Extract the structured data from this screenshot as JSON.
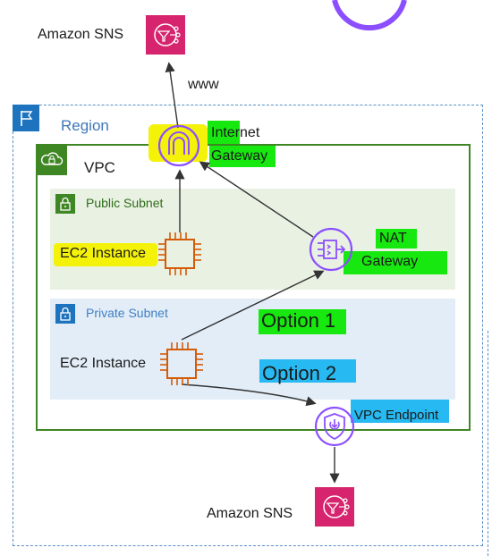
{
  "diagram": {
    "sns_top_label": "Amazon SNS",
    "sns_bottom_label": "Amazon SNS",
    "www_label": "www",
    "region_label": "Region",
    "vpc_label": "VPC",
    "public_subnet_label": "Public Subnet",
    "private_subnet_label": "Private Subnet",
    "ec2_public_label": "EC2 Instance",
    "ec2_private_label": "EC2 Instance",
    "igw_label_line1": "Internet",
    "igw_label_line2": "Gateway",
    "nat_label_line1": "NAT",
    "nat_label_line2": "Gateway",
    "option1_label": "Option 1",
    "option2_label": "Option 2",
    "vpc_endpoint_label": "VPC Endpoint"
  },
  "colors": {
    "sns": "#d6246e",
    "networking": "#8c4fff",
    "compute": "#d45b07",
    "region": "#1e73be",
    "vpc": "#3f8624",
    "highlight_yellow": "#f5f20a",
    "highlight_green": "#17e80f",
    "highlight_cyan": "#27b9f2"
  },
  "icons": [
    "sns-icon",
    "region-flag-icon",
    "vpc-cloud-icon",
    "lock-icon",
    "internet-gateway-icon",
    "nat-gateway-icon",
    "ec2-chip-icon",
    "vpc-endpoint-icon"
  ]
}
